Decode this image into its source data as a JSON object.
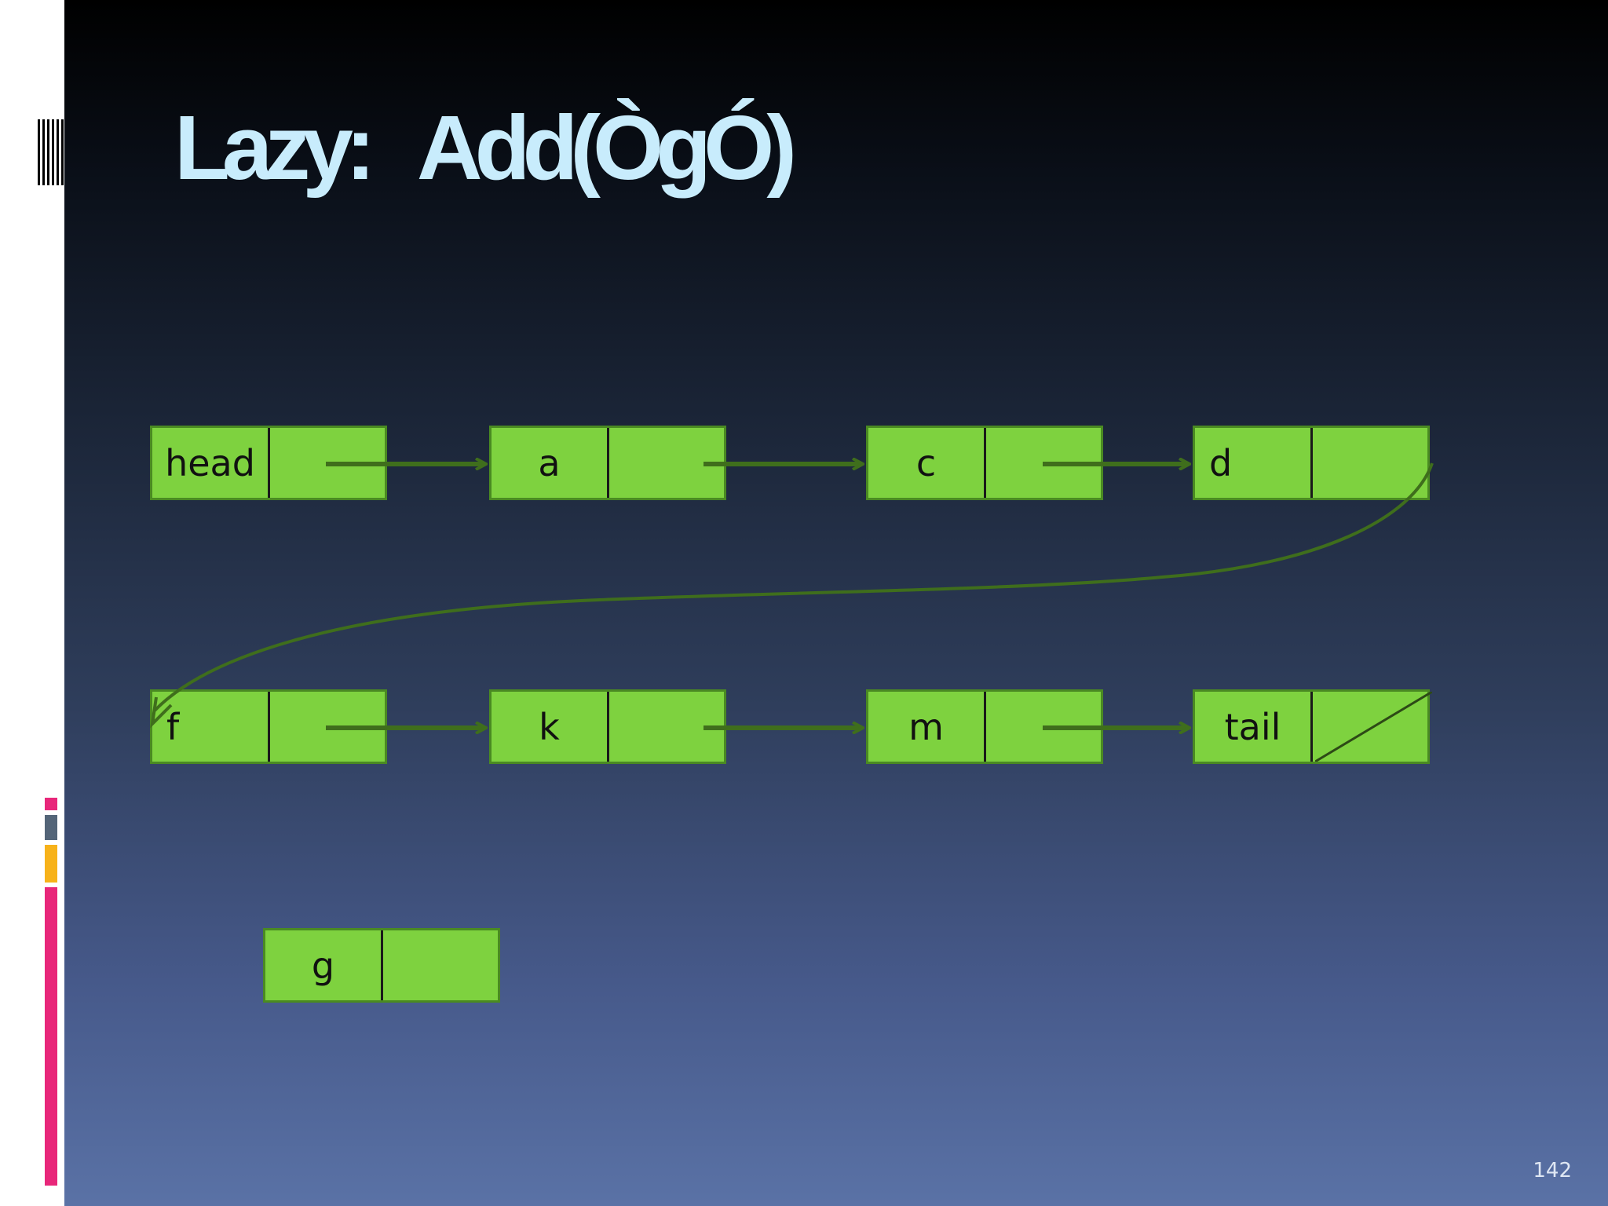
{
  "slide": {
    "title": "Lazy:   Add(ÒgÓ)",
    "page_number": "142"
  },
  "nodes": {
    "head": "head",
    "a": "a",
    "c": "c",
    "d": "d",
    "f": "f",
    "k": "k",
    "m": "m",
    "tail": "tail",
    "g": "g"
  },
  "colors": {
    "node_fill": "#7ed23f",
    "node_border": "#4a8a22",
    "arrow": "#3f6e1c",
    "title": "#c8ecfc",
    "accent_pink": "#e8277a",
    "accent_orange": "#f7b21a",
    "accent_gray": "#546578"
  }
}
